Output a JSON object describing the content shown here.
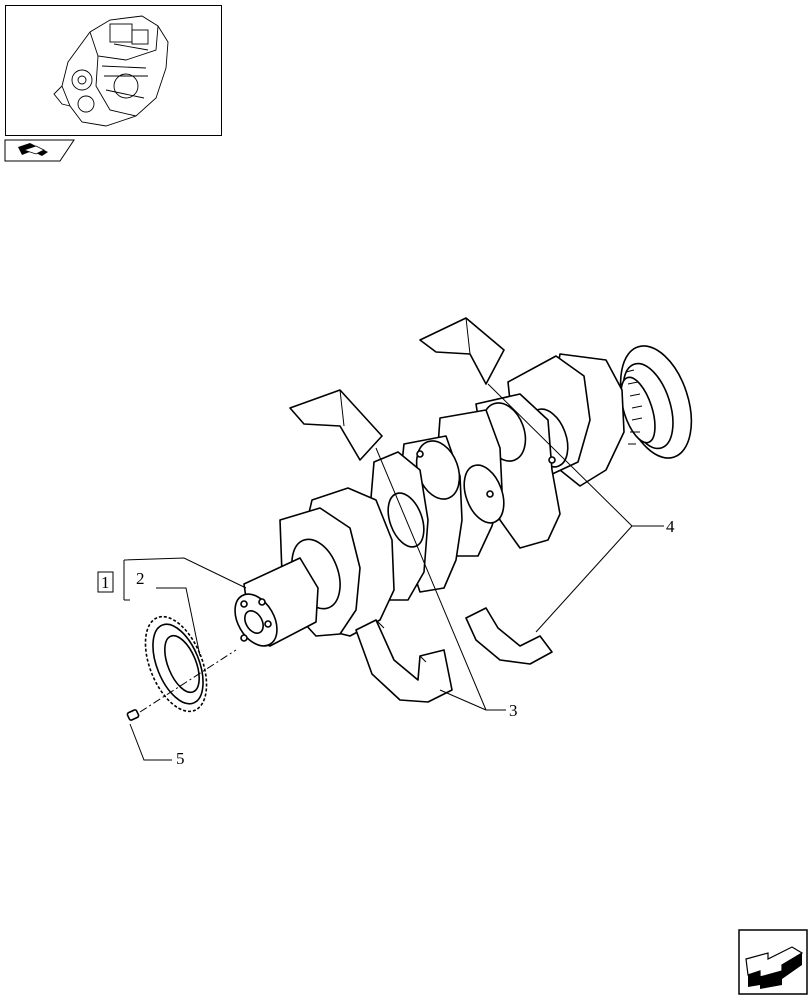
{
  "callouts": {
    "group_box": "1",
    "gear": "2",
    "lower_bearings": "3",
    "upper_bearings": "4",
    "pin": "5"
  },
  "icons": {
    "thumbnail": "engine-thumbnail-icon",
    "book": "book-arrow-icon",
    "next": "next-page-arrow-icon"
  },
  "colors": {
    "line": "#000000",
    "background": "#ffffff"
  }
}
